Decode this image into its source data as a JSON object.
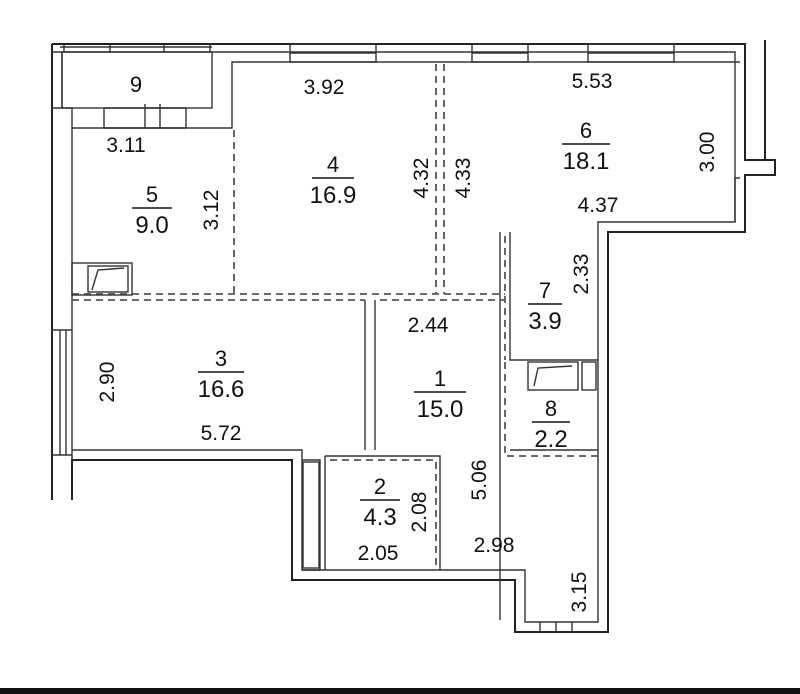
{
  "rooms": [
    {
      "number": "1",
      "area": "15.0"
    },
    {
      "number": "2",
      "area": "4.3"
    },
    {
      "number": "3",
      "area": "16.6"
    },
    {
      "number": "4",
      "area": "16.9"
    },
    {
      "number": "5",
      "area": "9.0"
    },
    {
      "number": "6",
      "area": "18.1"
    },
    {
      "number": "7",
      "area": "3.9"
    },
    {
      "number": "8",
      "area": "2.2"
    },
    {
      "number": "9",
      "area": ""
    }
  ],
  "dimensions": {
    "room4_top": "3.92",
    "room6_top": "5.53",
    "room6_right": "3.00",
    "room6_bottom": "4.37",
    "room4_right": "4.32",
    "room6_left": "4.33",
    "room5_top": "3.11",
    "room5_right": "3.12",
    "room7_right": "2.33",
    "room1_top": "2.44",
    "room3_left": "2.90",
    "room3_bottom": "5.72",
    "room1_right": "5.06",
    "room2_right": "2.08",
    "room2_bottom": "2.05",
    "room1_bottom": "2.98",
    "corridor_right": "3.15"
  }
}
